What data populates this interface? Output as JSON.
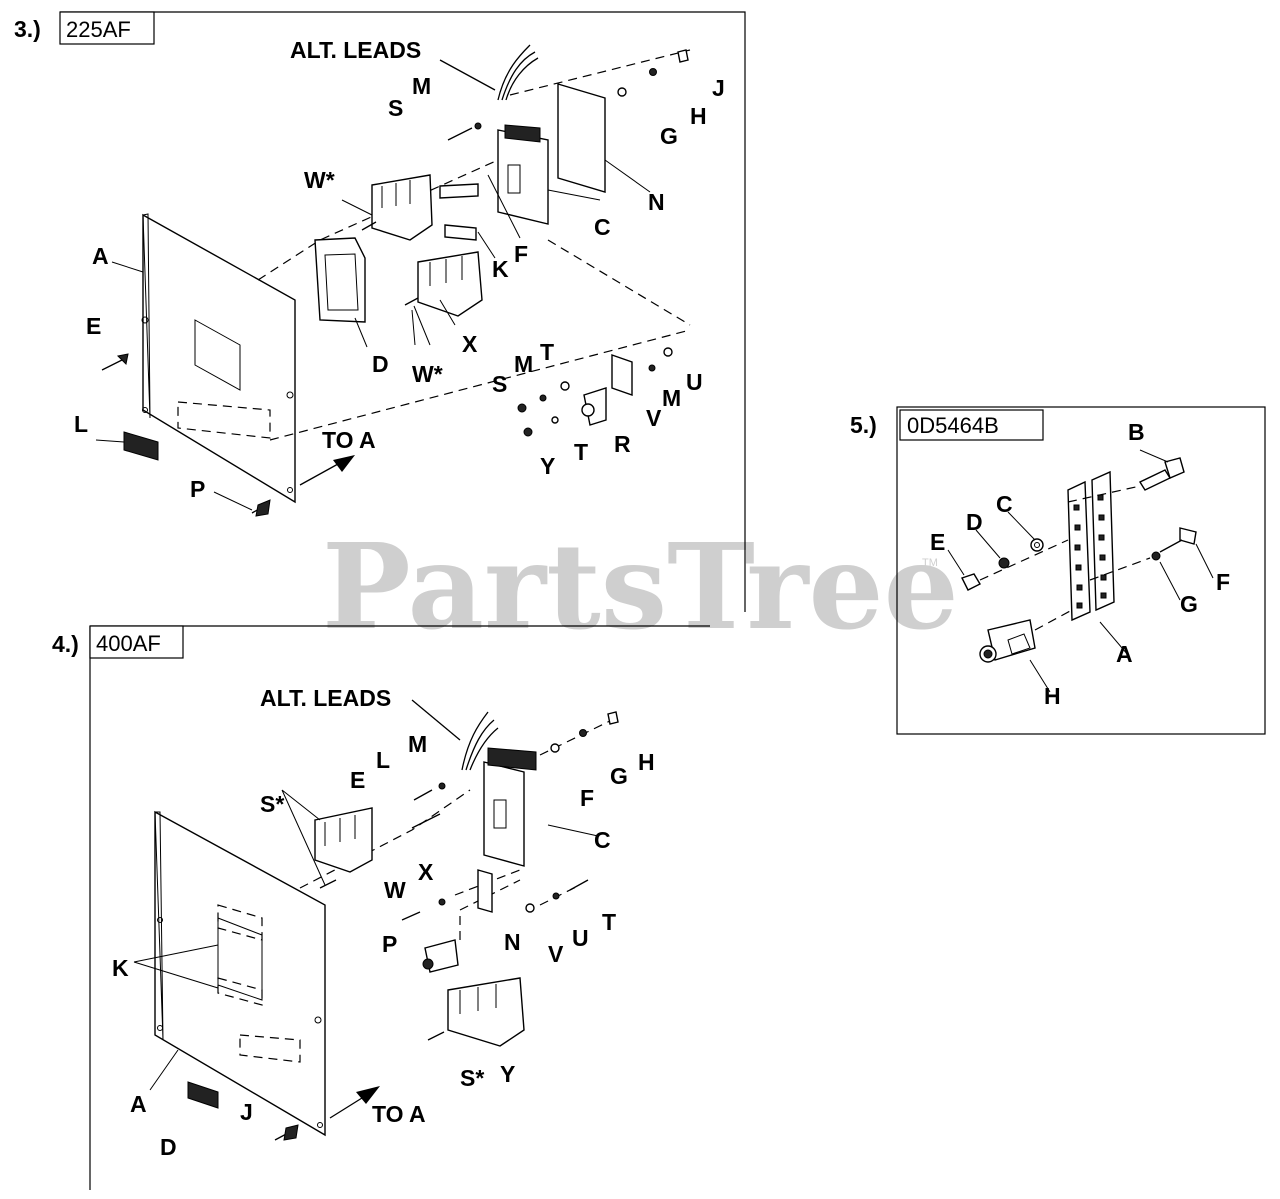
{
  "watermark": {
    "text": "PartsTree",
    "tm": "TM"
  },
  "sections": [
    {
      "number": "3.)",
      "tag": "225AF",
      "alt_leads": "ALT. LEADS",
      "to_a": "TO A",
      "callouts": [
        "A",
        "C",
        "D",
        "E",
        "F",
        "G",
        "H",
        "J",
        "K",
        "L",
        "M",
        "M",
        "M",
        "N",
        "P",
        "R",
        "S",
        "S",
        "T",
        "T",
        "U",
        "V",
        "W*",
        "W*",
        "X",
        "Y"
      ]
    },
    {
      "number": "4.)",
      "tag": "400AF",
      "alt_leads": "ALT. LEADS",
      "to_a": "TO A",
      "callouts": [
        "A",
        "C",
        "D",
        "E",
        "F",
        "G",
        "H",
        "J",
        "K",
        "L",
        "M",
        "N",
        "P",
        "S*",
        "S*",
        "T",
        "U",
        "V",
        "W",
        "X",
        "Y"
      ]
    },
    {
      "number": "5.)",
      "tag": "0D5464B",
      "callouts": [
        "A",
        "B",
        "C",
        "D",
        "E",
        "F",
        "G",
        "H"
      ]
    }
  ]
}
